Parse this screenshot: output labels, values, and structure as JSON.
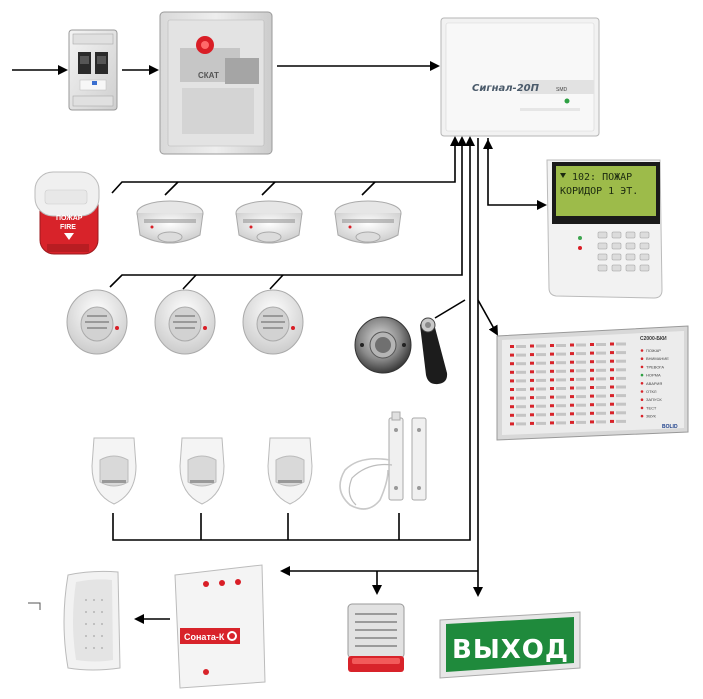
{
  "devices": {
    "psu_brand": "СКАТ",
    "panel_name": "Сигнал-20П",
    "panel_suffix": "SMD",
    "callpoint_line1": "ПОЖАР",
    "callpoint_line2": "FIRE",
    "keypad_line1": "102: ПОЖАР",
    "keypad_line2": "КОРИДОР 1 ЭТ.",
    "indicator_title": "С2000-БКИ",
    "indicator_brand": "BOLID",
    "indicator_rows": [
      "ПОЖАР",
      "ВНИМАНИЕ",
      "ТРЕВОГА",
      "НОРМА",
      "АВАРИЯ",
      "ОТКЛ",
      "ЗАПУСК",
      "ТЕСТ",
      "ЗВУК"
    ],
    "sounder_brand": "Соната-К",
    "exit_sign": "ВЫХОД"
  },
  "colors": {
    "wire": "#000000",
    "exit_green": "#1f8a3c",
    "lcd_green": "#9dbb4a",
    "alarm_red": "#d8232a"
  }
}
